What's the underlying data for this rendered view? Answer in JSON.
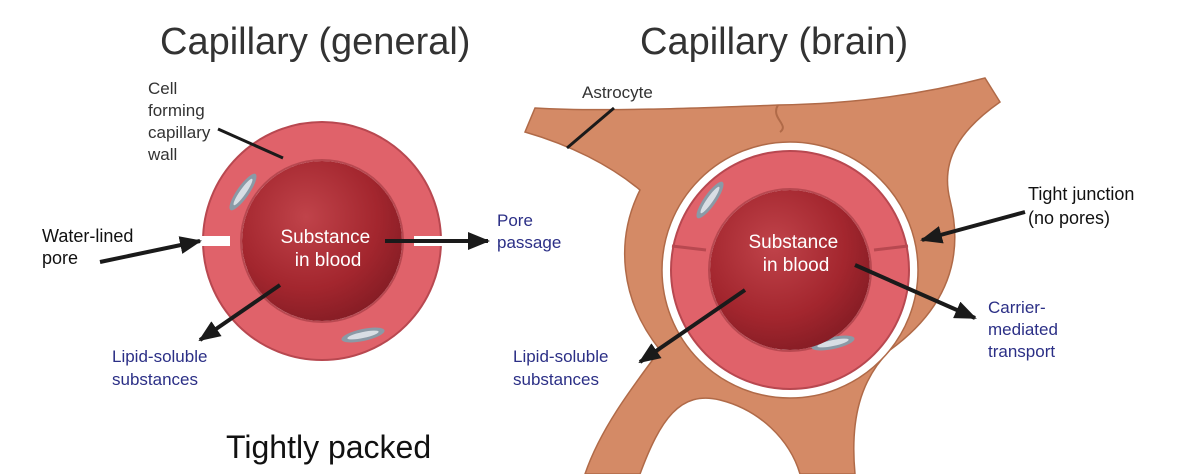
{
  "titles": {
    "general": "Capillary (general)",
    "brain": "Capillary (brain)"
  },
  "general": {
    "wall_label": [
      "Cell",
      "forming",
      "capillary",
      "wall"
    ],
    "pore_label": [
      "Water-lined",
      "pore"
    ],
    "center_label": [
      "Substance",
      "in blood"
    ],
    "pore_passage_label": [
      "Pore",
      "passage"
    ],
    "lipid_label": [
      "Lipid-soluble",
      "substances"
    ]
  },
  "brain": {
    "astrocyte_label": "Astrocyte",
    "tight_junction_label": [
      "Tight junction",
      "(no pores)"
    ],
    "center_label": [
      "Substance",
      "in blood"
    ],
    "carrier_label": [
      "Carrier-",
      "mediated",
      "transport"
    ],
    "lipid_label": [
      "Lipid-soluble",
      "substances"
    ]
  },
  "caption": "Tightly packed",
  "colors": {
    "astrocyte": "#d48a66",
    "wall": "#e0626a",
    "blood": "#a3262e",
    "label_blue": "#2b2f86"
  }
}
